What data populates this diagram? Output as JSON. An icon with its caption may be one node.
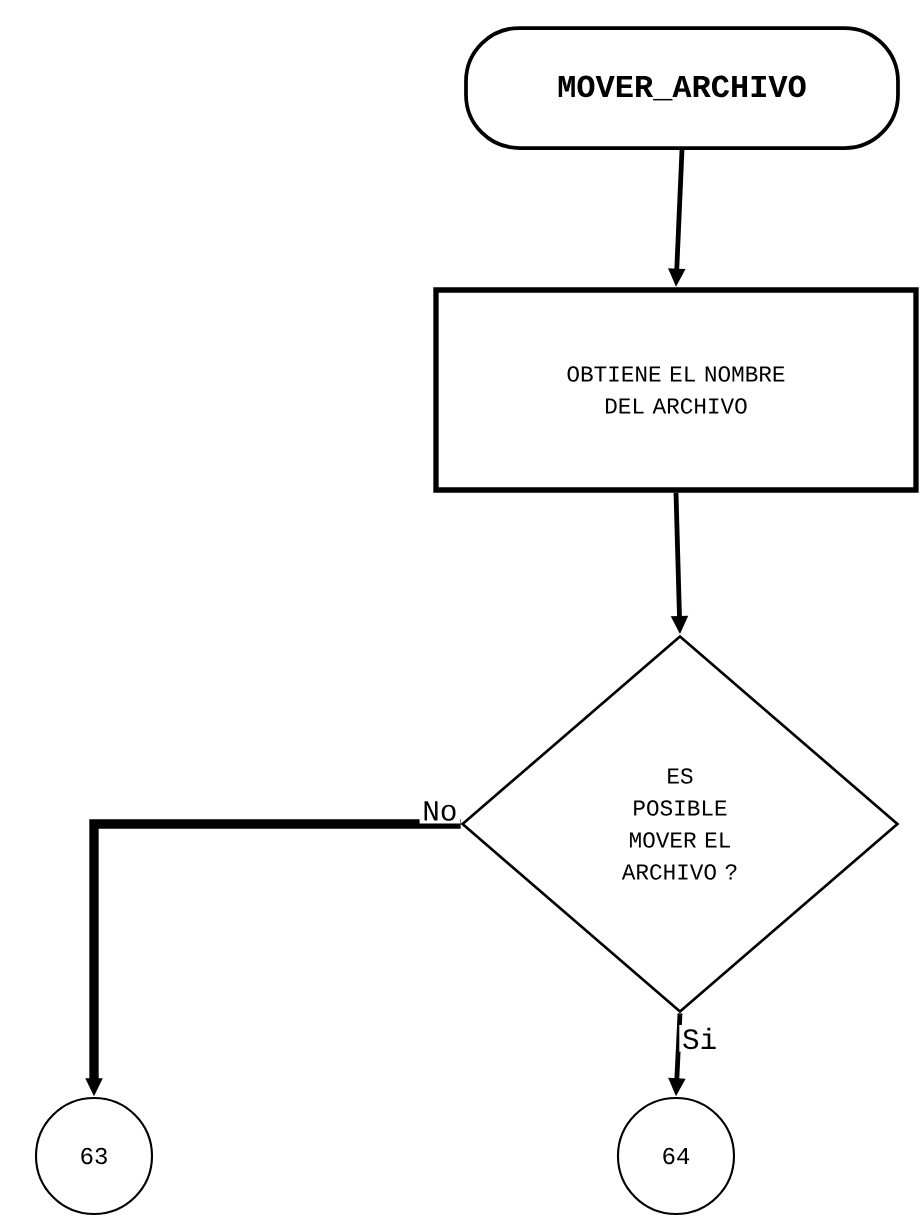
{
  "diagram": {
    "nodes": [
      {
        "text": [
          "MOVER_ARCHIVO"
        ]
      },
      {
        "text": [
          "OBTIENE EL NOMBRE DEL ARCHIVO"
        ]
      },
      {
        "text": [
          "ES POSIBLE MOVER EL ARCHIVO ?"
        ]
      },
      {
        "text": [
          "63"
        ]
      },
      {
        "text": [
          "64"
        ]
      }
    ],
    "edges": [
      {
        "from": 0,
        "to": 1,
        "arrow": "to"
      },
      {
        "from": 1,
        "to": 2,
        "arrow": "to"
      },
      {
        "from": 2,
        "to": 3,
        "arrow": "to",
        "label": "No",
        "style": "thick"
      },
      {
        "from": 2,
        "to": 4,
        "arrow": "to",
        "label": "Si"
      }
    ]
  }
}
